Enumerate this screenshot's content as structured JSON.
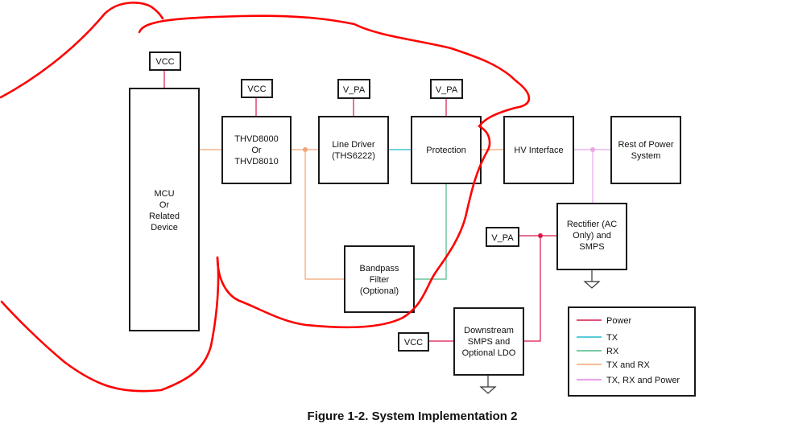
{
  "caption": "Figure 1-2. System Implementation 2",
  "colors": {
    "power": "#d9164a",
    "tx": "#22bcd1",
    "rx": "#4cb887",
    "tx_rx": "#f2a574",
    "tx_rx_power": "#e8a6e8",
    "annotation": "#ff0000"
  },
  "blocks": {
    "mcu": [
      "MCU",
      "Or",
      "Related",
      "Device"
    ],
    "thvd": [
      "THVD8000",
      "Or",
      "THVD8010"
    ],
    "line_driver": [
      "Line Driver",
      "(THS6222)"
    ],
    "protection": [
      "Protection"
    ],
    "hv_interface": [
      "HV Interface"
    ],
    "rest_power": [
      "Rest of Power",
      "System"
    ],
    "rectifier": [
      "Rectifier (AC",
      "Only) and",
      "SMPS"
    ],
    "bandpass": [
      "Bandpass",
      "Filter",
      "(Optional)"
    ],
    "downstream": [
      "Downstream",
      "SMPS and",
      "Optional LDO"
    ]
  },
  "supplies": {
    "mcu_vcc": "VCC",
    "thvd_vcc": "VCC",
    "line_driver_vpa": "V_PA",
    "protection_vpa": "V_PA",
    "rectifier_vpa": "V_PA",
    "downstream_vcc": "VCC"
  },
  "legend": [
    {
      "label": "Power",
      "color": "#d9164a"
    },
    {
      "label": "TX",
      "color": "#22bcd1"
    },
    {
      "label": "RX",
      "color": "#4cb887"
    },
    {
      "label": "TX and RX",
      "color": "#f2a574"
    },
    {
      "label": "TX, RX and Power",
      "color": "#e8a6e8"
    }
  ]
}
